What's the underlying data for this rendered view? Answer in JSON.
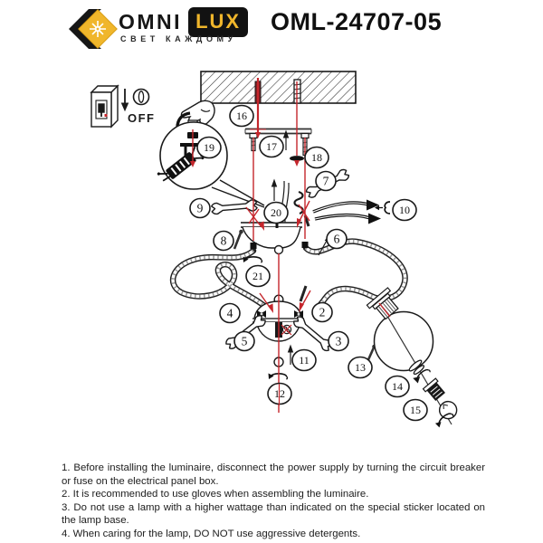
{
  "header": {
    "logo": {
      "brand_primary": "OMNI",
      "brand_badge": "LUX",
      "tagline": "СВЕТ КАЖДОМУ"
    },
    "model_number": "OML-24707-05"
  },
  "diagram": {
    "off_label": "OFF",
    "parts": [
      "16",
      "17",
      "18",
      "19",
      "7",
      "9",
      "20",
      "10",
      "8",
      "6",
      "21",
      "2",
      "4",
      "5",
      "3",
      "11",
      "12",
      "13",
      "14",
      "15"
    ],
    "icons": [
      "electrical-panel-icon",
      "power-off-knob-icon",
      "down-arrow-icon",
      "hand-icon",
      "wrench-icon",
      "terminal-block-icon",
      "ceiling-hatch",
      "light-bulb-icon",
      "rotate-arrow-icon",
      "glass-globe"
    ],
    "guide_color": "#C5262C"
  },
  "instructions": {
    "items": [
      "1. Before installing the luminaire, disconnect the power supply by turning the circuit breaker or fuse on the electrical panel box.",
      "2. It is recommended to use gloves when assembling the luminaire.",
      "3. Do not use a lamp with a higher wattage than indicated on the special sticker located on the lamp base.",
      "4. When caring for the lamp, DO NOT use aggressive detergents."
    ]
  },
  "colors": {
    "accent_yellow": "#F0B62B",
    "ink": "#1A1A1A",
    "guide_red": "#C5262C"
  }
}
